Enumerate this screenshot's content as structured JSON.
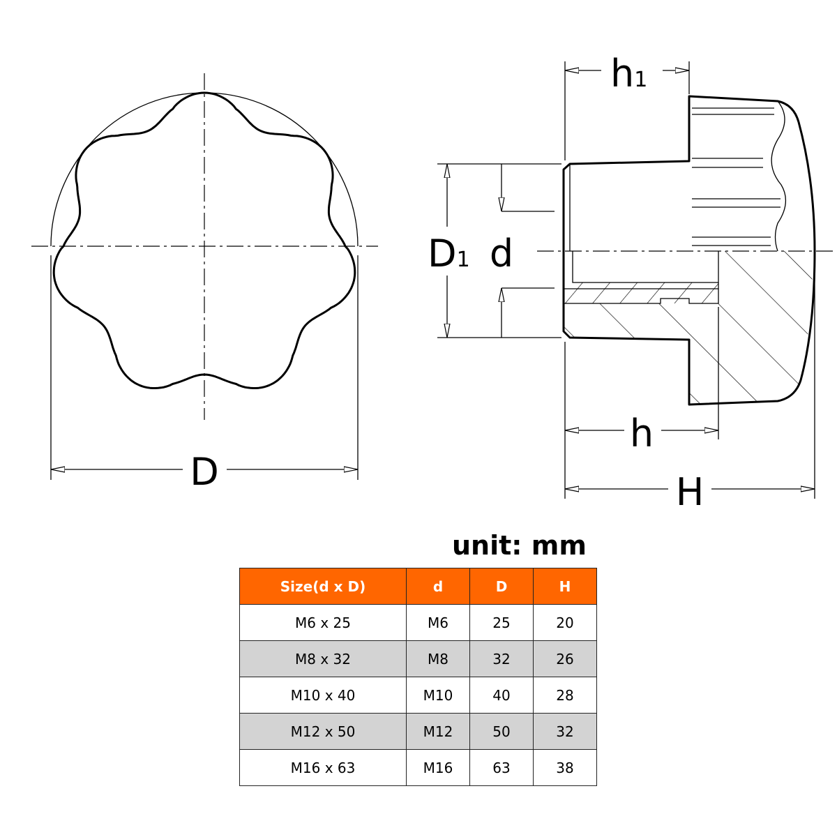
{
  "labels": {
    "D": "D",
    "h1": "h",
    "h1_sub": "1",
    "D1": "D",
    "D1_sub": "1",
    "d": "d",
    "h": "h",
    "H": "H"
  },
  "unit_label": "unit: mm",
  "table": {
    "headers": [
      "Size(d x D)",
      "d",
      "D",
      "H"
    ],
    "rows": [
      [
        "M6 x 25",
        "M6",
        "25",
        "20"
      ],
      [
        "M8 x 32",
        "M8",
        "32",
        "26"
      ],
      [
        "M10 x 40",
        "M10",
        "40",
        "28"
      ],
      [
        "M12 x 50",
        "M12",
        "50",
        "32"
      ],
      [
        "M16 x 63",
        "M16",
        "63",
        "38"
      ]
    ]
  },
  "colors": {
    "header": "#FF6600",
    "alt_row": "#D3D3D3"
  }
}
